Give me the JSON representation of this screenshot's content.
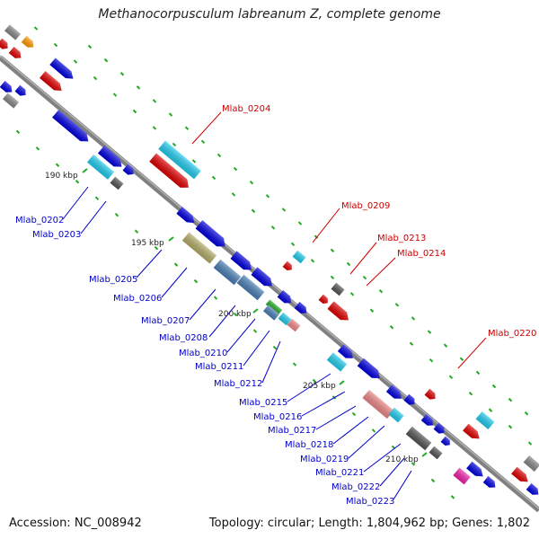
{
  "title": "Methanocorpusculum labreanum Z, complete genome",
  "footer": {
    "accession": "Accession: NC_008942",
    "topology": "Topology: circular; Length: 1,804,962 bp; Genes: 1,802"
  },
  "colors": {
    "red": "#e00000",
    "blue": "#0000e0",
    "cyan": "#22ccee",
    "grey": "#888888",
    "darkgrey": "#555555",
    "steel": "#4a7fb5",
    "khaki": "#b5ad6a",
    "pink": "#ee8888",
    "magenta": "#ee22aa",
    "orange": "#ff9900",
    "green": "#22aa22",
    "backbone": "#808080",
    "label_top": "#cc0000",
    "label_bottom": "#0000cc"
  },
  "scale_labels": [
    "190 kbp",
    "195 kbp",
    "200 kbp",
    "205 kbp",
    "210 kbp"
  ],
  "top_labels": [
    "Mlab_0204",
    "Mlab_0209",
    "Mlab_0213",
    "Mlab_0214",
    "Mlab_0220"
  ],
  "bottom_labels": [
    "Mlab_0202",
    "Mlab_0203",
    "Mlab_0205",
    "Mlab_0206",
    "Mlab_0207",
    "Mlab_0208",
    "Mlab_0210",
    "Mlab_0211",
    "Mlab_0212",
    "Mlab_0215",
    "Mlab_0216",
    "Mlab_0217",
    "Mlab_0218",
    "Mlab_0219",
    "Mlab_0221",
    "Mlab_0222",
    "Mlab_0223"
  ]
}
